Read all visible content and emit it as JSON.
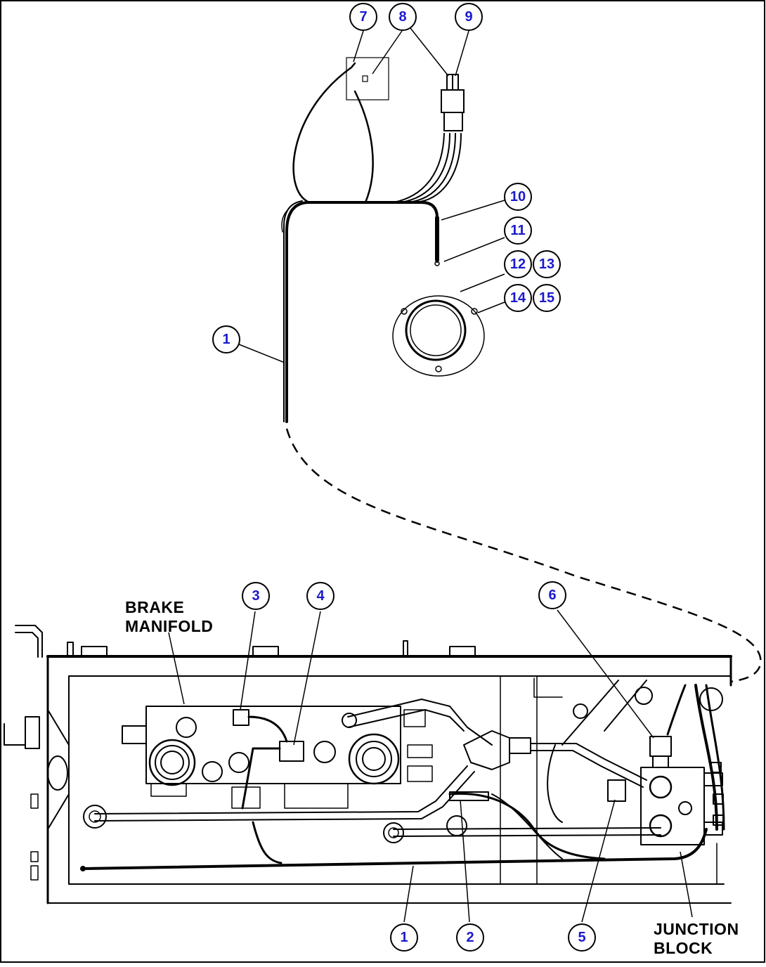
{
  "labels": {
    "brake_manifold_line1": "BRAKE",
    "brake_manifold_line2": "MANIFOLD",
    "junction_block_line1": "JUNCTION",
    "junction_block_line2": "BLOCK"
  },
  "callouts": [
    "7",
    "8",
    "9",
    "10",
    "11",
    "12",
    "13",
    "14",
    "15",
    "1",
    "3",
    "4",
    "6",
    "1",
    "2",
    "5"
  ],
  "colors": {
    "callout_text": "#1a1acc",
    "callout_border": "#000000",
    "line": "#000000"
  }
}
